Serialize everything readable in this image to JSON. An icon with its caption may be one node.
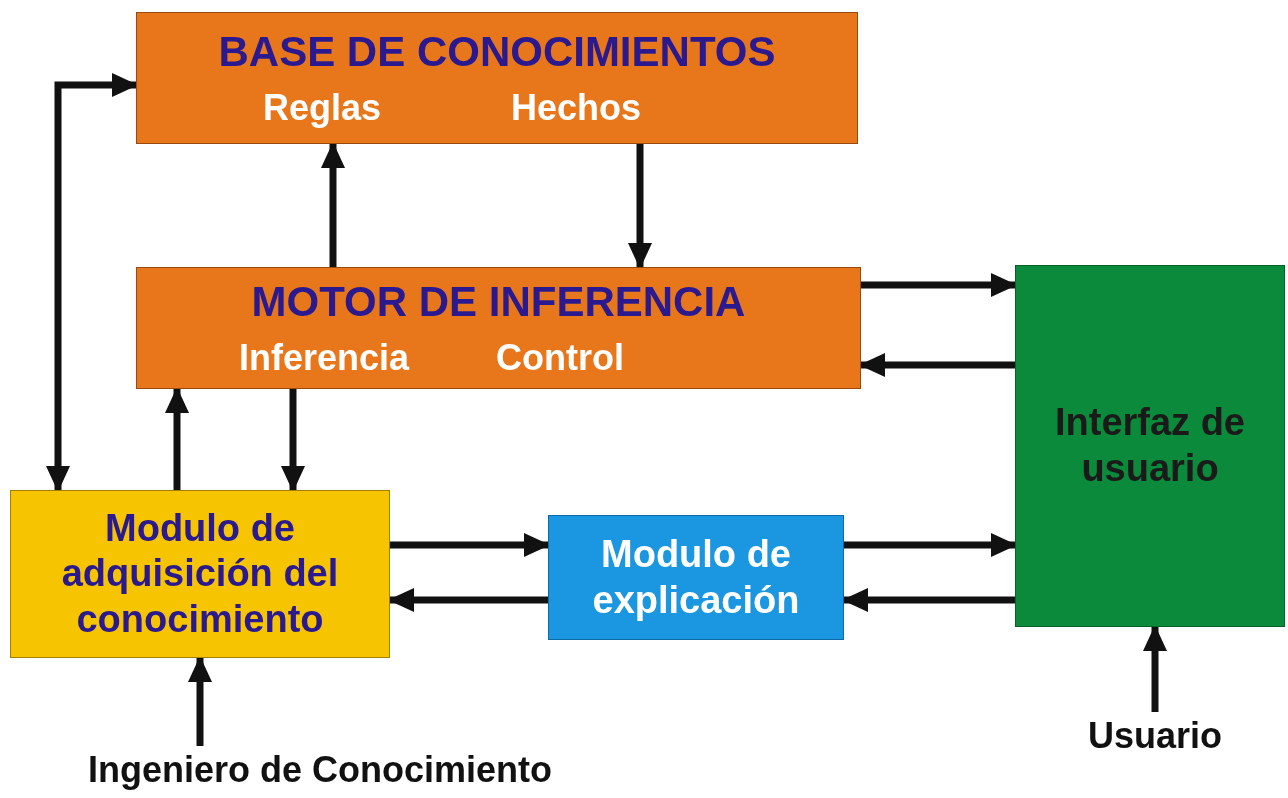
{
  "diagram": {
    "nodes": [
      {
        "text": [
          "BASE DE CONOCIMIENTOS",
          "Reglas",
          "Hechos"
        ]
      },
      {
        "text": [
          "MOTOR DE INFERENCIA",
          "Inferencia",
          "Control"
        ]
      },
      {
        "text": [
          "Interfaz de usuario"
        ]
      },
      {
        "text": [
          "Modulo de adquisición del conocimiento"
        ]
      },
      {
        "text": [
          "Modulo de explicación"
        ]
      },
      {
        "text": [
          "Usuario"
        ]
      },
      {
        "text": [
          "Ingeniero de Conocimiento"
        ]
      }
    ],
    "edges": [
      {
        "from": 1,
        "to": 0,
        "arrow": "to"
      },
      {
        "from": 0,
        "to": 1,
        "arrow": "to"
      },
      {
        "from": 1,
        "to": 2,
        "arrow": "to"
      },
      {
        "from": 2,
        "to": 1,
        "arrow": "to"
      },
      {
        "from": 3,
        "to": 1,
        "arrow": "to"
      },
      {
        "from": 1,
        "to": 3,
        "arrow": "to"
      },
      {
        "from": 3,
        "to": 0,
        "arrow": "both"
      },
      {
        "from": 3,
        "to": 4,
        "arrow": "to"
      },
      {
        "from": 4,
        "to": 3,
        "arrow": "to"
      },
      {
        "from": 4,
        "to": 2,
        "arrow": "to"
      },
      {
        "from": 2,
        "to": 4,
        "arrow": "to"
      },
      {
        "from": 5,
        "to": 2,
        "arrow": "to"
      },
      {
        "from": 6,
        "to": 3,
        "arrow": "to"
      }
    ]
  }
}
